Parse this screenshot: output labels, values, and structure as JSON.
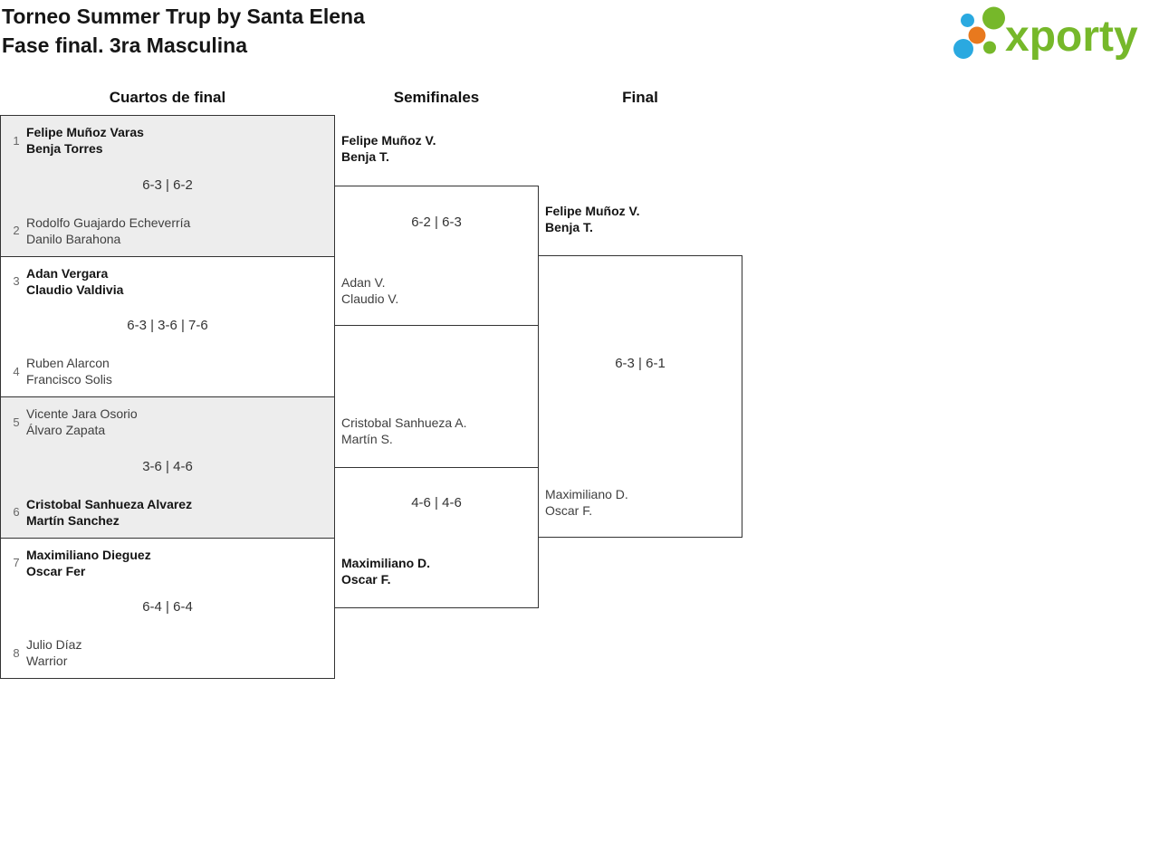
{
  "header": {
    "title": "Torneo Summer Trup by Santa Elena",
    "subtitle": "Fase final. 3ra Masculina"
  },
  "logo": {
    "text": "xporty",
    "colors": {
      "green": "#76b82a",
      "blue": "#2aa9e0",
      "orange": "#e8791e"
    }
  },
  "bracket": {
    "rounds": [
      "Cuartos de final",
      "Semifinales",
      "Final"
    ],
    "quarterfinals": [
      {
        "seed1": "1",
        "team1": {
          "line1": "Felipe Muñoz Varas",
          "line2": "Benja Torres",
          "bold": true
        },
        "score": "6-3 | 6-2",
        "seed2": "2",
        "team2": {
          "line1": "Rodolfo Guajardo Echeverría",
          "line2": "Danilo Barahona",
          "bold": false
        }
      },
      {
        "seed1": "3",
        "team1": {
          "line1": "Adan Vergara",
          "line2": "Claudio Valdivia",
          "bold": true
        },
        "score": "6-3 | 3-6 | 7-6",
        "seed2": "4",
        "team2": {
          "line1": "Ruben Alarcon",
          "line2": "Francisco Solis",
          "bold": false
        }
      },
      {
        "seed1": "5",
        "team1": {
          "line1": "Vicente Jara Osorio",
          "line2": "Álvaro Zapata",
          "bold": false
        },
        "score": "3-6 | 4-6",
        "seed2": "6",
        "team2": {
          "line1": "Cristobal Sanhueza Alvarez",
          "line2": "Martín Sanchez",
          "bold": true
        }
      },
      {
        "seed1": "7",
        "team1": {
          "line1": "Maximiliano Dieguez",
          "line2": "Oscar Fer",
          "bold": true
        },
        "score": "6-4 | 6-4",
        "seed2": "8",
        "team2": {
          "line1": "Julio Díaz",
          "line2": "Warrior",
          "bold": false
        }
      }
    ],
    "semifinals": [
      {
        "team1": {
          "line1": "Felipe Muñoz V.",
          "line2": "Benja T.",
          "bold": true
        },
        "score": "6-2 | 6-3",
        "team2": {
          "line1": "Adan V.",
          "line2": "Claudio V.",
          "bold": false
        }
      },
      {
        "team1": {
          "line1": "Cristobal Sanhueza A.",
          "line2": "Martín S.",
          "bold": false
        },
        "score": "4-6 | 4-6",
        "team2": {
          "line1": "Maximiliano D.",
          "line2": "Oscar F.",
          "bold": true
        }
      }
    ],
    "final": {
      "team1": {
        "line1": "Felipe Muñoz V.",
        "line2": "Benja T.",
        "bold": true
      },
      "score": "6-3 | 6-1",
      "team2": {
        "line1": "Maximiliano D.",
        "line2": "Oscar F.",
        "bold": false
      }
    }
  }
}
